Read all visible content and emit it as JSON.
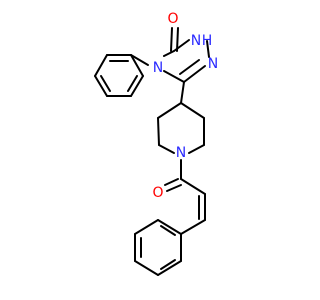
{
  "molecule": {
    "atom_labels": {
      "carbonyl_oxygen_triazolone": "O",
      "ring_nh": "N",
      "ring_nh_h": "H",
      "ring_n_upper_right": "N",
      "ring_n_phenyl": "N",
      "piperidine_n": "N",
      "amide_oxygen": "O"
    },
    "colors": {
      "bond": "#000000",
      "nitrogen": "#2b2bff",
      "oxygen": "#ff0000"
    }
  }
}
